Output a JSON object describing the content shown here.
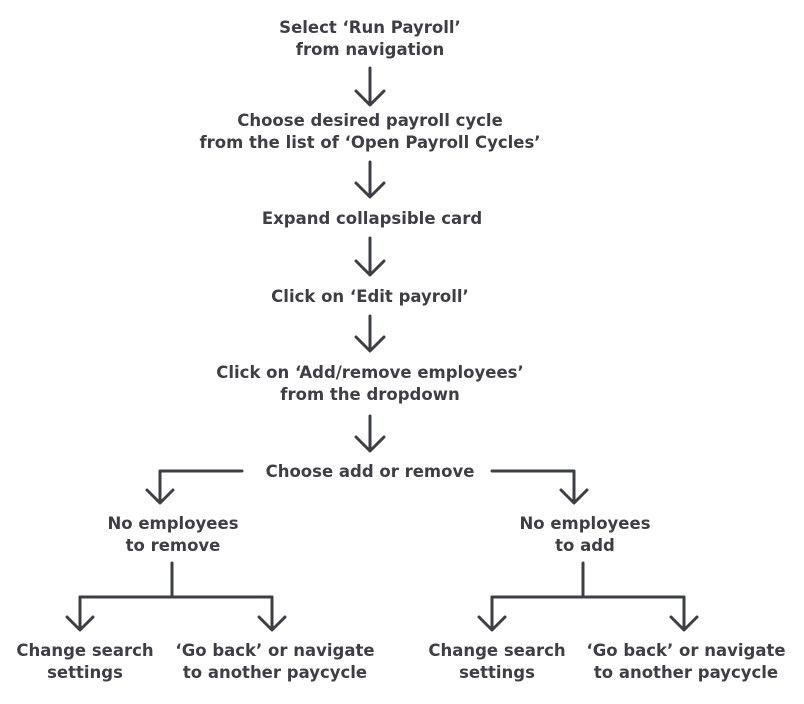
{
  "diagram": {
    "line_color": "#3e3f45",
    "text_color": "#3e3f45",
    "steps": {
      "run_payroll": {
        "line1": "Select ‘Run Payroll’",
        "line2": "from navigation"
      },
      "choose_cycle": {
        "line1": "Choose desired payroll cycle",
        "line2": "from the list of ‘Open Payroll Cycles’"
      },
      "expand_card": {
        "line1": "Expand collapsible card"
      },
      "edit_payroll": {
        "line1": "Click on ‘Edit payroll’"
      },
      "add_remove_employees": {
        "line1": "Click on ‘Add/remove employees’",
        "line2": "from the dropdown"
      },
      "choose_add_remove": {
        "line1": "Choose add or remove"
      }
    },
    "branches": {
      "remove": {
        "line1": "No employees",
        "line2": "to remove",
        "options": [
          {
            "line1": "Change search",
            "line2": "settings"
          },
          {
            "line1": "‘Go back’ or navigate",
            "line2": "to another paycycle"
          }
        ]
      },
      "add": {
        "line1": "No employees",
        "line2": "to add",
        "options": [
          {
            "line1": "Change search",
            "line2": "settings"
          },
          {
            "line1": "‘Go back’ or navigate",
            "line2": "to another paycycle"
          }
        ]
      }
    }
  }
}
